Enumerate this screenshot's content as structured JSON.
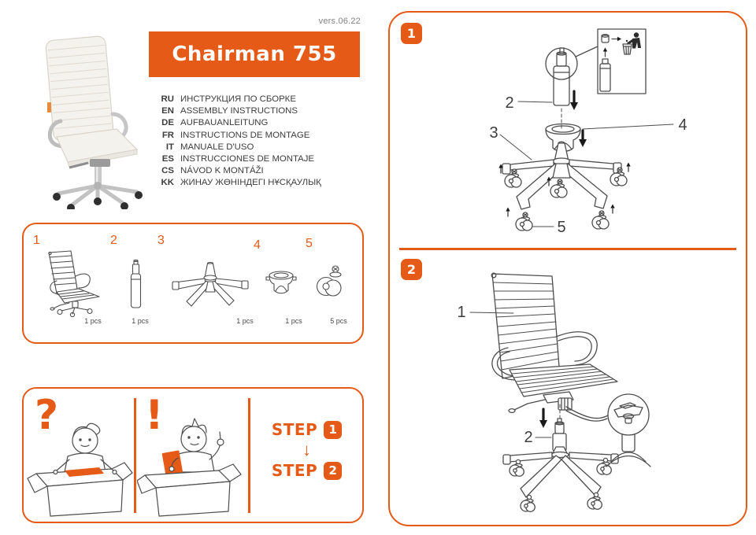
{
  "colors": {
    "accent_orange": "#e55a17",
    "ink": "#3d3d3d",
    "line_art": "#4d4d4d",
    "version_gray": "#828282"
  },
  "header": {
    "version": "vers.06.22",
    "title": "Chairman 755"
  },
  "languages": [
    {
      "code": "RU",
      "label": "ИНСТРУКЦИЯ ПО СБОРКЕ"
    },
    {
      "code": "EN",
      "label": "ASSEMBLY INSTRUCTIONS"
    },
    {
      "code": "DE",
      "label": "AUFBAUANLEITUNG"
    },
    {
      "code": "FR",
      "label": "INSTRUCTIONS DE MONTAGE"
    },
    {
      "code": "IT",
      "label": "MANUALE D'USO"
    },
    {
      "code": "ES",
      "label": "INSTRUCCIONES DE MONTAJE"
    },
    {
      "code": "CS",
      "label": "NÁVOD K MONTÁŽI"
    },
    {
      "code": "KK",
      "label": "ЖИНАУ ЖӨНІНДЕГІ НҰСҚАУЛЫҚ"
    }
  ],
  "parts": [
    {
      "num": "1",
      "qty": "1 pcs"
    },
    {
      "num": "2",
      "qty": "1 pcs"
    },
    {
      "num": "3",
      "qty": "1 pcs"
    },
    {
      "num": "4",
      "qty": "1 pcs"
    },
    {
      "num": "5",
      "qty": "5 pcs"
    }
  ],
  "info": {
    "question_mark": "?",
    "exclamation_mark": "!",
    "step_word": "STEP",
    "step1_num": "1",
    "step2_num": "2",
    "arrow_down": "↓"
  },
  "steps": {
    "step1": {
      "badge": "1",
      "labels": {
        "gas_lift": "2",
        "base": "3",
        "cover": "4",
        "caster": "5"
      }
    },
    "step2": {
      "badge": "2",
      "labels": {
        "chair": "1",
        "gas_lift": "2"
      }
    }
  }
}
